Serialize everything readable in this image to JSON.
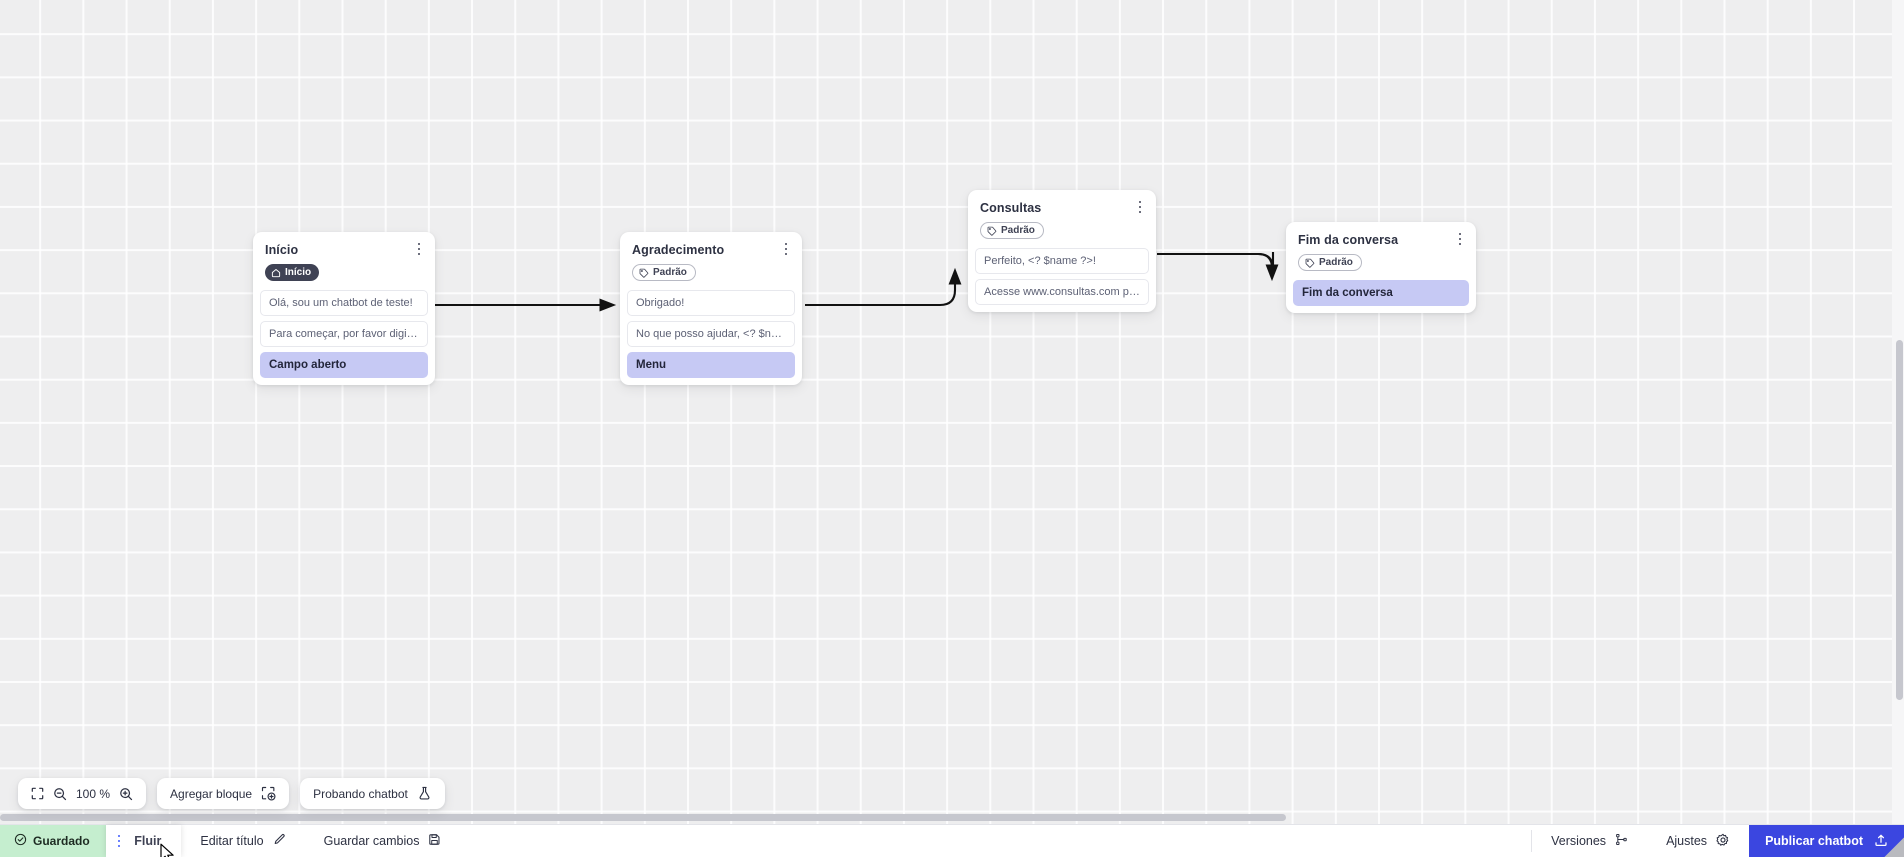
{
  "canvas": {
    "zoom_label": "100 %",
    "nodes": [
      {
        "id": "inicio",
        "title": "Início",
        "badge": {
          "label": "Início",
          "icon": "home-icon",
          "style": "dark"
        },
        "messages": [
          "Olá, sou um chatbot de teste!",
          "Para começar, por favor digite o ..."
        ],
        "action": "Campo aberto"
      },
      {
        "id": "agradecimento",
        "title": "Agradecimento",
        "badge": {
          "label": "Padrão",
          "icon": "tag-icon",
          "style": "outline"
        },
        "messages": [
          "Obrigado!",
          "No que posso ajudar, <? $name ..."
        ],
        "action": "Menu"
      },
      {
        "id": "consultas",
        "title": "Consultas",
        "badge": {
          "label": "Padrão",
          "icon": "tag-icon",
          "style": "outline"
        },
        "messages": [
          "Perfeito, <? $name ?>!",
          "Acesse www.consultas.com par..."
        ],
        "action": null
      },
      {
        "id": "fim-da-conversa",
        "title": "Fim da conversa",
        "badge": {
          "label": "Padrão",
          "icon": "tag-icon",
          "style": "outline"
        },
        "messages": [],
        "action": "Fim da conversa"
      }
    ]
  },
  "toolbar": {
    "fit_icon": "fit-screen-icon",
    "zoom_out_icon": "zoom-out-icon",
    "zoom_in_icon": "zoom-in-icon",
    "add_block_label": "Agregar bloque",
    "add_block_icon": "add-block-icon",
    "test_chatbot_label": "Probando chatbot",
    "test_chatbot_icon": "flask-icon"
  },
  "statusbar": {
    "saved_label": "Guardado",
    "saved_icon": "check-circle-icon",
    "saved_bg": "#c5eecf",
    "tab_label": "Fluir",
    "tab_menu_icon": "dots-vertical-icon",
    "edit_title_label": "Editar título",
    "edit_title_icon": "pencil-icon",
    "save_changes_label": "Guardar cambios",
    "save_changes_icon": "floppy-disk-icon",
    "versions_label": "Versiones",
    "versions_icon": "branch-icon",
    "settings_label": "Ajustes",
    "settings_icon": "gear-icon",
    "publish_label": "Publicar chatbot",
    "publish_icon": "upload-icon",
    "publish_bg": "#3b46e0"
  }
}
